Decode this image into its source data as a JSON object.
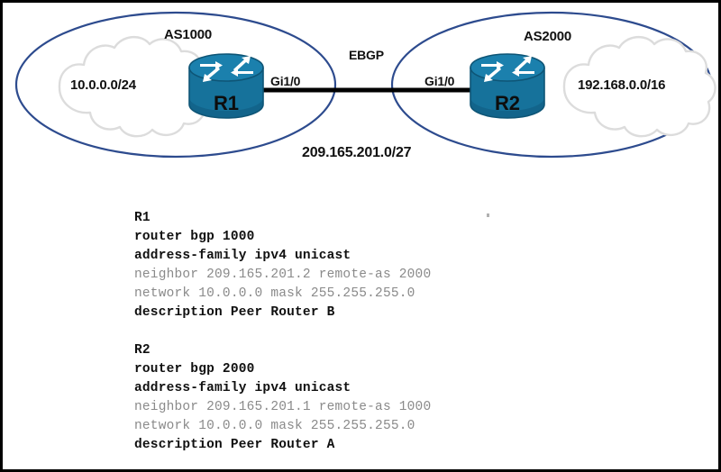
{
  "diagram": {
    "left_as": {
      "as_label": "AS1000",
      "cloud_label": "10.0.0.0/24",
      "router_label": "R1",
      "interface_label": "Gi1/0"
    },
    "right_as": {
      "as_label": "AS2000",
      "cloud_label": "192.168.0.0/16",
      "router_label": "R2",
      "interface_label": "Gi1/0"
    },
    "link": {
      "protocol_label": "EBGP",
      "subnet_label": "209.165.201.0/27"
    },
    "colors": {
      "as_boundary": "#2d4b8e",
      "cloud_outline": "#d8d8d8",
      "router_body": "#16729b",
      "router_body_dark": "#115a7d",
      "router_top": "#1b80ad",
      "link_line": "#000000",
      "text": "#111111"
    }
  },
  "config": {
    "blocks": [
      {
        "name": "R1",
        "lines": [
          {
            "text": "R1",
            "style": "strong"
          },
          {
            "text": "router bgp 1000",
            "style": "strong"
          },
          {
            "text": "address-family ipv4 unicast",
            "style": "strong"
          },
          {
            "text": "neighbor 209.165.201.2 remote-as 2000",
            "style": "dim"
          },
          {
            "text": "network 10.0.0.0 mask 255.255.255.0",
            "style": "dim"
          },
          {
            "text": "description Peer Router B",
            "style": "strong"
          }
        ]
      },
      {
        "name": "R2",
        "lines": [
          {
            "text": "R2",
            "style": "strong"
          },
          {
            "text": "router bgp 2000",
            "style": "strong"
          },
          {
            "text": "address-family ipv4 unicast",
            "style": "strong"
          },
          {
            "text": "neighbor 209.165.201.1 remote-as 1000",
            "style": "dim"
          },
          {
            "text": "network 10.0.0.0 mask 255.255.255.0",
            "style": "dim"
          },
          {
            "text": "description Peer Router A",
            "style": "strong"
          }
        ]
      }
    ]
  }
}
